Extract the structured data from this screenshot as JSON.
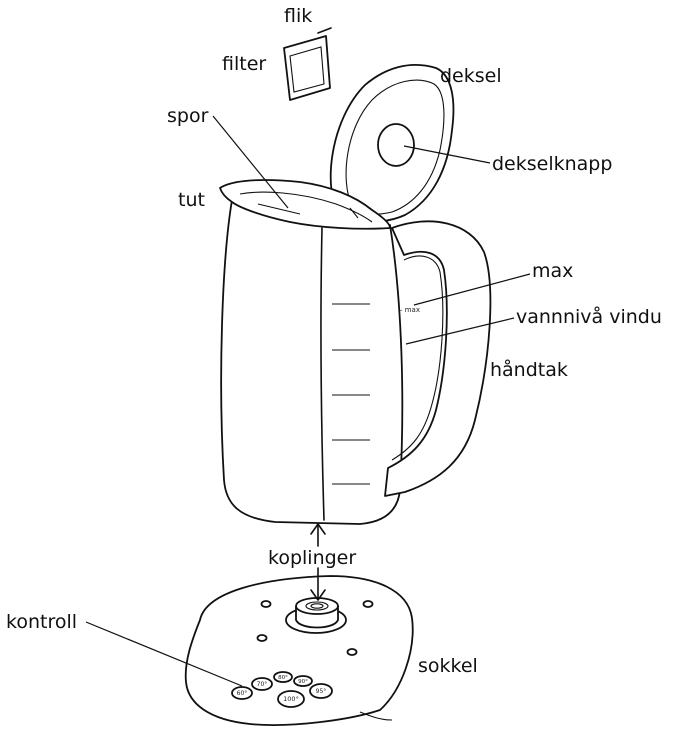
{
  "labels": {
    "flik": "flik",
    "filter": "filter",
    "deksel": "deksel",
    "spor": "spor",
    "dekselknapp": "dekselknapp",
    "tut": "tut",
    "max": "max",
    "vannniva_vindu": "vannnivå vindu",
    "handtak": "håndtak",
    "koplinger": "koplinger",
    "kontroll": "kontroll",
    "sokkel": "sokkel"
  },
  "gauge_text": "– max",
  "buttons": [
    "60°",
    "70°",
    "80°",
    "90°",
    "95°",
    "100°"
  ]
}
